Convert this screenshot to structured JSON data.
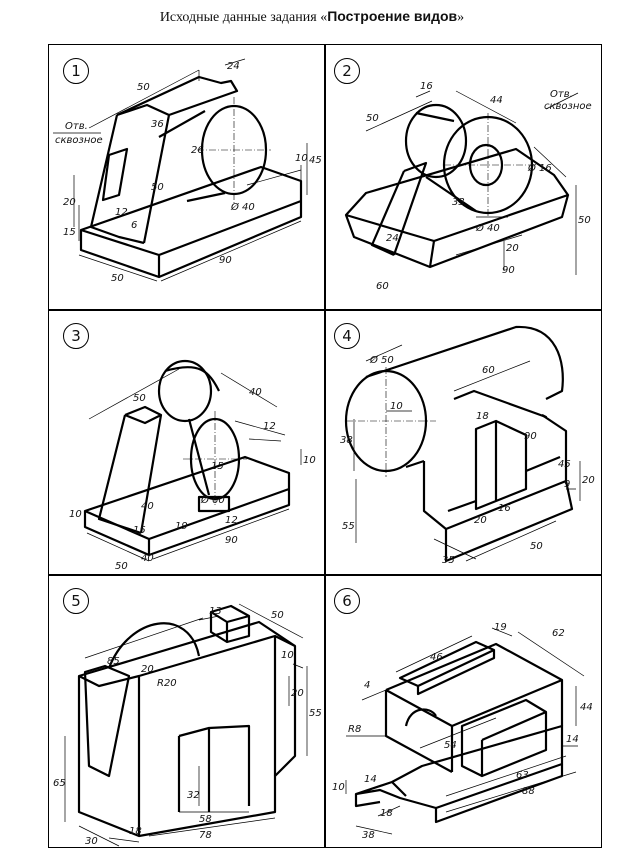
{
  "title": {
    "prefix": "Исходные данные задания «",
    "bold": "Построение видов",
    "suffix": "»"
  },
  "panels": [
    {
      "number": "1",
      "note": [
        "Отв.",
        "сквозное"
      ],
      "dims": [
        "50",
        "24",
        "36",
        "26",
        "50",
        "10",
        "45",
        "20",
        "15",
        "12",
        "6",
        "Ø 40",
        "90",
        "50"
      ]
    },
    {
      "number": "2",
      "note": [
        "Отв.",
        "сквозное"
      ],
      "dims": [
        "50",
        "16",
        "44",
        "Ø 16",
        "33",
        "Ø 40",
        "50",
        "20",
        "24",
        "90",
        "60"
      ]
    },
    {
      "number": "3",
      "dims": [
        "50",
        "40",
        "12",
        "15",
        "10",
        "40",
        "Ø 60",
        "19",
        "12",
        "10",
        "15",
        "40",
        "90",
        "50"
      ]
    },
    {
      "number": "4",
      "dims": [
        "Ø 50",
        "60",
        "10",
        "18",
        "38",
        "90",
        "45",
        "9",
        "20",
        "55",
        "16",
        "20",
        "35",
        "50"
      ]
    },
    {
      "number": "5",
      "dims": [
        "85",
        "13",
        "20",
        "R20",
        "50",
        "10",
        "20",
        "55",
        "65",
        "32",
        "58",
        "78",
        "18",
        "30"
      ]
    },
    {
      "number": "6",
      "dims": [
        "46",
        "19",
        "62",
        "4",
        "R8",
        "44",
        "54",
        "14",
        "10",
        "14",
        "63",
        "88",
        "18",
        "38"
      ]
    }
  ]
}
